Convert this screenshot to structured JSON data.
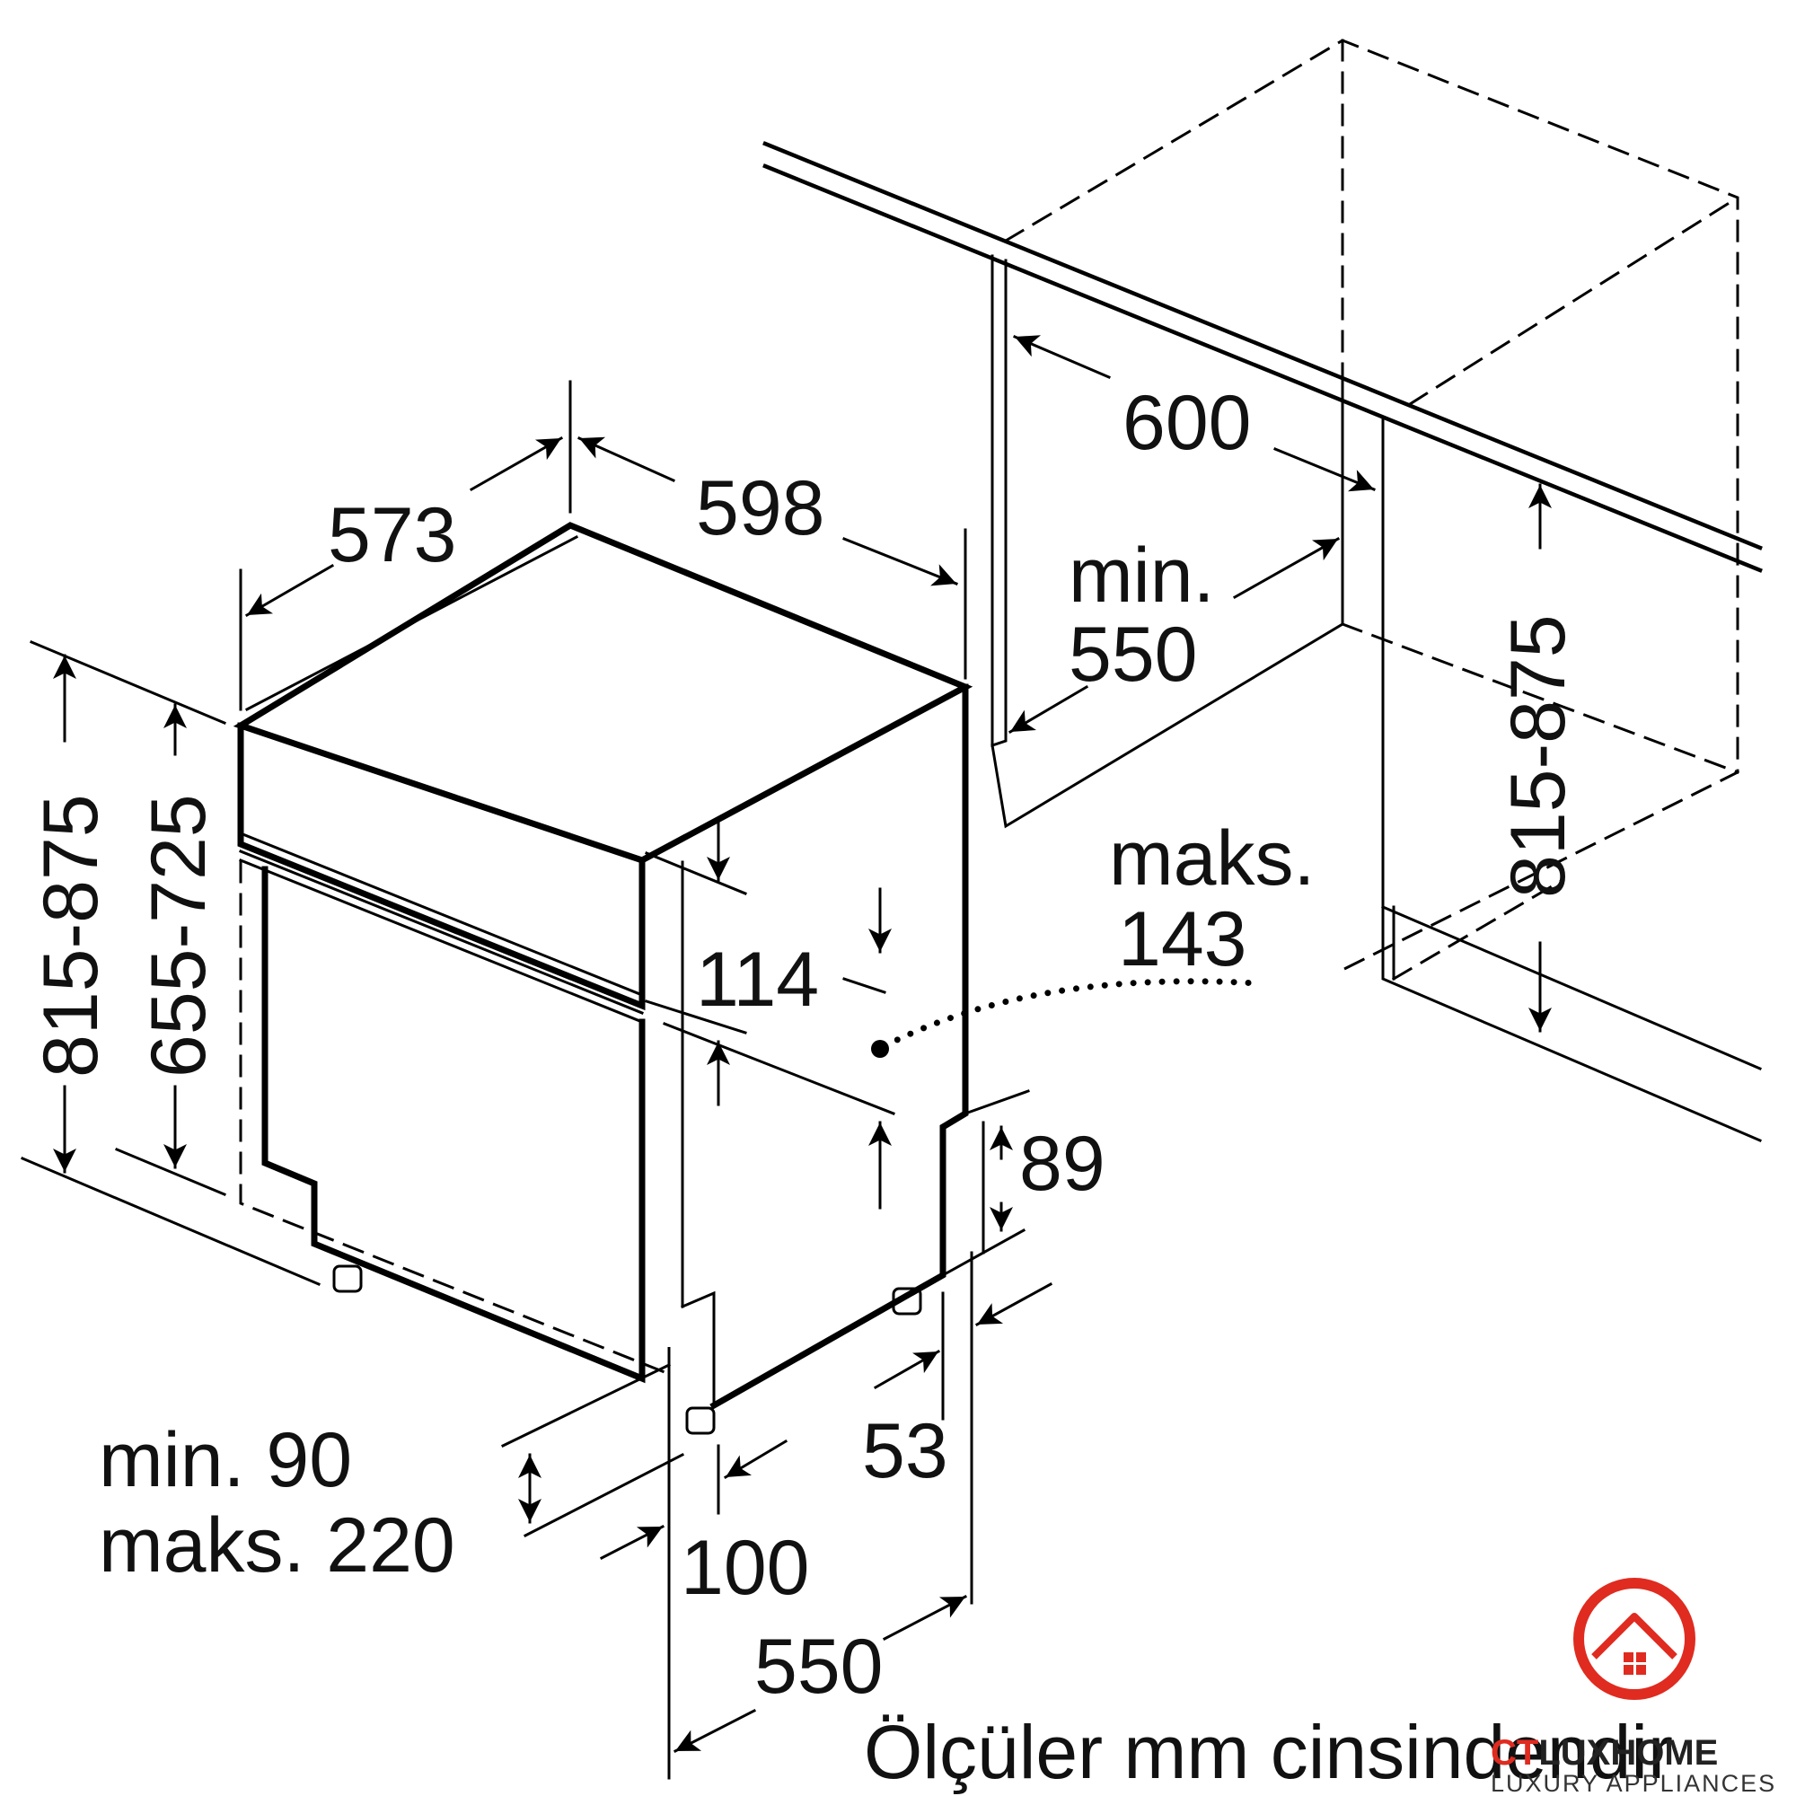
{
  "dimensions": {
    "depth": "573",
    "width": "598",
    "niche_width": "600",
    "niche_depth_min": "min.",
    "niche_depth_value": "550",
    "max_label": "maks.",
    "max_value": "143",
    "panel_height": "114",
    "height_total": "815-875",
    "height_door": "655-725",
    "niche_height": "815-875",
    "plinth_height": "89",
    "plinth_recess": "53",
    "plinth_min_line": "min. 90",
    "plinth_max_line": "maks. 220",
    "foot_offset": "100",
    "base_depth": "550"
  },
  "caption": "Ölçüler mm cinsindendir",
  "brand": {
    "name_part1": "CT",
    "name_part2": "LUXHOME",
    "tagline": "LUXURY APPLIANCES",
    "color_red": "#e02b20",
    "color_dark": "#222222"
  }
}
